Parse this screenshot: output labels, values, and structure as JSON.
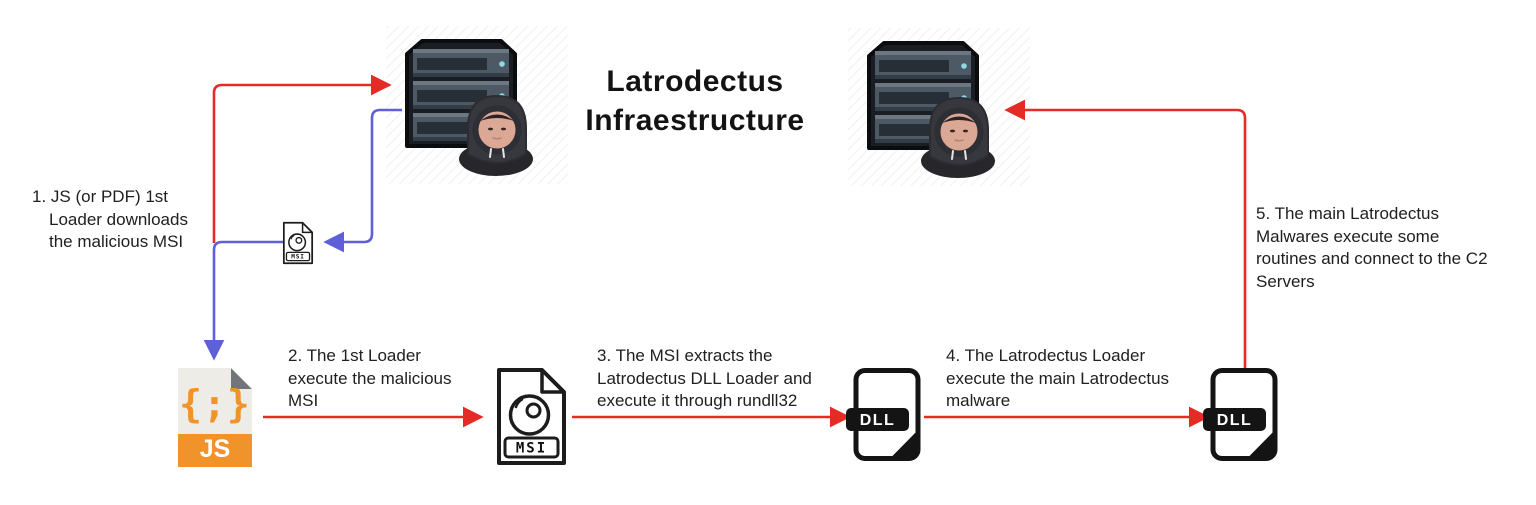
{
  "title": {
    "line1": "Latrodectus",
    "line2": "Infraestructure"
  },
  "steps": [
    {
      "lines": [
        "1. JS (or PDF) 1st",
        "Loader downloads",
        "the malicious MSI"
      ]
    },
    {
      "lines": [
        "2. The 1st Loader",
        "execute the malicious",
        "MSI"
      ]
    },
    {
      "lines": [
        "3. The MSI extracts the",
        "Latrodectus DLL Loader and",
        "execute it through rundll32"
      ]
    },
    {
      "lines": [
        "4. The Latrodectus Loader",
        "execute the main Latrodectus",
        "malware"
      ]
    },
    {
      "lines": [
        "5. The main Latrodectus",
        "Malwares execute some",
        "routines and connect to the C2",
        "Servers"
      ]
    }
  ],
  "icons": {
    "js_file": {
      "glyph": "{;}",
      "label": "JS"
    },
    "msi_small": {
      "label": "MSI"
    },
    "msi_file": {
      "label": "MSI"
    },
    "dll_loader": {
      "label": "DLL"
    },
    "dll_main": {
      "label": "DLL"
    }
  },
  "colors": {
    "arrow_red": "#e52b26",
    "arrow_blue": "#5f5fd9",
    "accent_orange": "#f0932b",
    "title_color": "#131313",
    "text_color": "#202020"
  }
}
